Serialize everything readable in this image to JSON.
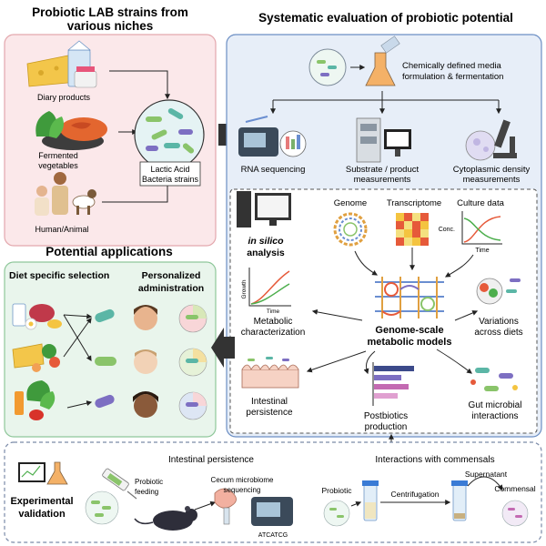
{
  "sources": {
    "title_line1": "Probiotic LAB strains from",
    "title_line2": "various niches",
    "diary_products": "Diary products",
    "fermented_line1": "Fermented",
    "fermented_line2": "vegetables",
    "human_animal": "Human/Animal",
    "lab_line1": "Lactic Acid",
    "lab_line2": "Bacteria strains"
  },
  "evaluation": {
    "title": "Systematic evaluation of probiotic potential",
    "media_line1": "Chemically defined media",
    "media_line2": "formulation & fermentation",
    "rna_seq": "RNA sequencing",
    "substrate_line1": "Substrate / product",
    "substrate_line2": "measurements",
    "density_line1": "Cytoplasmic density",
    "density_line2": "measurements"
  },
  "insilico": {
    "label_italic": "in silico",
    "label_rest": "analysis",
    "genome": "Genome",
    "transcriptome": "Transcriptome",
    "culture_data": "Culture data",
    "conc": "Conc.",
    "time": "Time",
    "growth": "Growth",
    "model_line1": "Genome-scale",
    "model_line2": "metabolic models",
    "metabolic_line1": "Metabolic",
    "metabolic_line2": "characterization",
    "variations_line1": "Variations",
    "variations_line2": "across diets",
    "intestinal_line1": "Intestinal",
    "intestinal_line2": "persistence",
    "postbiotics_line1": "Postbiotics",
    "postbiotics_line2": "production",
    "gut_line1": "Gut microbial",
    "gut_line2": "interactions"
  },
  "applications": {
    "title": "Potential applications",
    "diet_selection": "Diet specific selection",
    "personalized_line1": "Personalized",
    "personalized_line2": "administration"
  },
  "validation": {
    "label_line1": "Experimental",
    "label_line2": "validation",
    "intestinal_persistence": "Intestinal persistence",
    "interactions": "Interactions with commensals",
    "probiotic_feeding_line1": "Probiotic",
    "probiotic_feeding_line2": "feeding",
    "cecum_line1": "Cecum microbiome",
    "cecum_line2": "sequencing",
    "probiotic": "Probiotic",
    "centrifugation": "Centrifugation",
    "supernatant": "Supernatant",
    "commensal": "Commensal",
    "seq_text": "ATCATCG"
  },
  "colors": {
    "source_panel_bg": "#fbe8ea",
    "source_panel_border": "#e3a7ad",
    "eval_panel_bg": "#e7eef8",
    "eval_panel_border": "#6c8fc4",
    "app_panel_bg": "#e9f5ec",
    "app_panel_border": "#8fc79a",
    "validation_border": "#7a8aa8",
    "big_arrow": "#333333",
    "bacteria_green": "#8ac46a",
    "bacteria_teal": "#5bb6a6",
    "bacteria_purple": "#7d6fc2"
  }
}
